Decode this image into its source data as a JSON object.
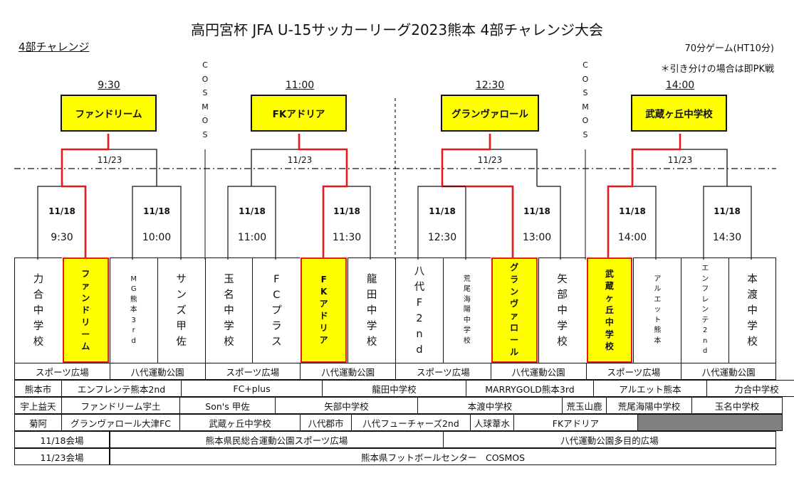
{
  "title": "高円宮杯 JFA U-15サッカーリーグ2023熊本 4部チャレンジ大会",
  "subtitle": "4部チャレンジ",
  "rule_line1": "70分ゲーム(HT10分)",
  "rule_line2": "＊引き分けの場合は即PK戦",
  "venue_divider_chars": [
    "C",
    "O",
    "S",
    "M",
    "O",
    "S"
  ],
  "final_times": [
    "9:30",
    "11:00",
    "12:30",
    "14:00"
  ],
  "finals": [
    "ファンドリーム",
    "FKアドリア",
    "グランヴァロール",
    "武蔵ヶ丘中学校"
  ],
  "semi_dates": [
    "11/23",
    "11/23",
    "11/23",
    "11/23"
  ],
  "quarter_date": "11/18",
  "quarter_times": [
    "9:30",
    "10:00",
    "11:00",
    "11:30",
    "12:30",
    "13:00",
    "14:00",
    "14:30"
  ],
  "teams": [
    {
      "chars": [
        "力",
        "合",
        "中",
        "学",
        "校"
      ],
      "win": false,
      "size": "big"
    },
    {
      "chars": [
        "フ",
        "ァ",
        "ン",
        "ド",
        "リ",
        "ー",
        "ム"
      ],
      "win": true,
      "size": "win"
    },
    {
      "chars": [
        "M",
        "G",
        "熊",
        "本",
        "3",
        "r",
        "d"
      ],
      "win": false,
      "size": "small"
    },
    {
      "chars": [
        "サ",
        "ン",
        "ズ",
        "甲",
        "佐"
      ],
      "win": false,
      "size": "big"
    },
    {
      "chars": [
        "玉",
        "名",
        "中",
        "学",
        "校"
      ],
      "win": false,
      "size": "big"
    },
    {
      "chars": [
        "F",
        "C",
        "プ",
        "ラ",
        "ス"
      ],
      "win": false,
      "size": "big"
    },
    {
      "chars": [
        "F",
        "K",
        "ア",
        "ド",
        "リ",
        "ア"
      ],
      "win": true,
      "size": "win"
    },
    {
      "chars": [
        "龍",
        "田",
        "中",
        "学",
        "校"
      ],
      "win": false,
      "size": "big"
    },
    {
      "chars": [
        "八",
        "代",
        "F",
        "2",
        "n",
        "d"
      ],
      "win": false,
      "size": "big"
    },
    {
      "chars": [
        "荒",
        "尾",
        "海",
        "陽",
        "中",
        "学",
        "校"
      ],
      "win": false,
      "size": "small"
    },
    {
      "chars": [
        "グ",
        "ラ",
        "ン",
        "ヴ",
        "ァ",
        "ロ",
        "ー",
        "ル"
      ],
      "win": true,
      "size": "win"
    },
    {
      "chars": [
        "矢",
        "部",
        "中",
        "学",
        "校"
      ],
      "win": false,
      "size": "big"
    },
    {
      "chars": [
        "武",
        "蔵",
        "ヶ",
        "丘",
        "中",
        "学",
        "校"
      ],
      "win": true,
      "size": "win"
    },
    {
      "chars": [
        "ア",
        "ル",
        "エ",
        "ッ",
        "ト",
        "熊",
        "本"
      ],
      "win": false,
      "size": "small"
    },
    {
      "chars": [
        "エ",
        "ン",
        "フ",
        "レ",
        "ン",
        "テ",
        "2",
        "n",
        "d"
      ],
      "win": false,
      "size": "small"
    },
    {
      "chars": [
        "本",
        "渡",
        "中",
        "学",
        "校"
      ],
      "win": false,
      "size": "big"
    }
  ],
  "venues_row": [
    "スポーツ広場",
    "八代運動公園",
    "スポーツ広場",
    "八代運動公園",
    "スポーツ広場",
    "八代運動公園",
    "スポーツ広場",
    "八代運動公園"
  ],
  "group_rows": [
    [
      [
        "熊本市",
        ""
      ],
      [
        "エンフレンテ熊本2nd",
        ""
      ],
      [
        "FC+plus",
        ""
      ],
      [
        "龍田中学校",
        ""
      ],
      [
        "MARRYGOLD熊本3rd",
        ""
      ],
      [
        "アルエット熊本",
        ""
      ],
      [
        "力合中学校",
        ""
      ]
    ],
    [
      [
        "宇上益天",
        ""
      ],
      [
        "ファンドリーム宇土",
        ""
      ],
      [
        "Son's 甲佐",
        ""
      ],
      [
        "矢部中学校",
        ""
      ],
      [
        "本渡中学校",
        ""
      ],
      [
        "荒玉山鹿",
        ""
      ],
      [
        "荒尾海陽中学校",
        ""
      ],
      [
        "玉名中学校",
        ""
      ]
    ],
    [
      [
        "菊阿",
        ""
      ],
      [
        "グランヴァロール大津FC",
        ""
      ],
      [
        "武蔵ヶ丘中学校",
        ""
      ],
      [
        "八代郡市",
        ""
      ],
      [
        "八代フューチャーズ2nd",
        ""
      ],
      [
        "人球葦水",
        ""
      ],
      [
        "FKアドリア",
        ""
      ],
      [
        "",
        ""
      ]
    ]
  ],
  "venue_info": {
    "d1_label": "11/18会場",
    "d1_left": "熊本県民総合運動公園スポーツ広場",
    "d1_right": "八代運動公園多目的広場",
    "d2_label": "11/23会場",
    "d2_venue": "熊本県フットボールセンター　COSMOS"
  },
  "colors": {
    "highlight": "#ffff00",
    "winner_line": "#e8191b",
    "grey_cell": "#808080"
  }
}
